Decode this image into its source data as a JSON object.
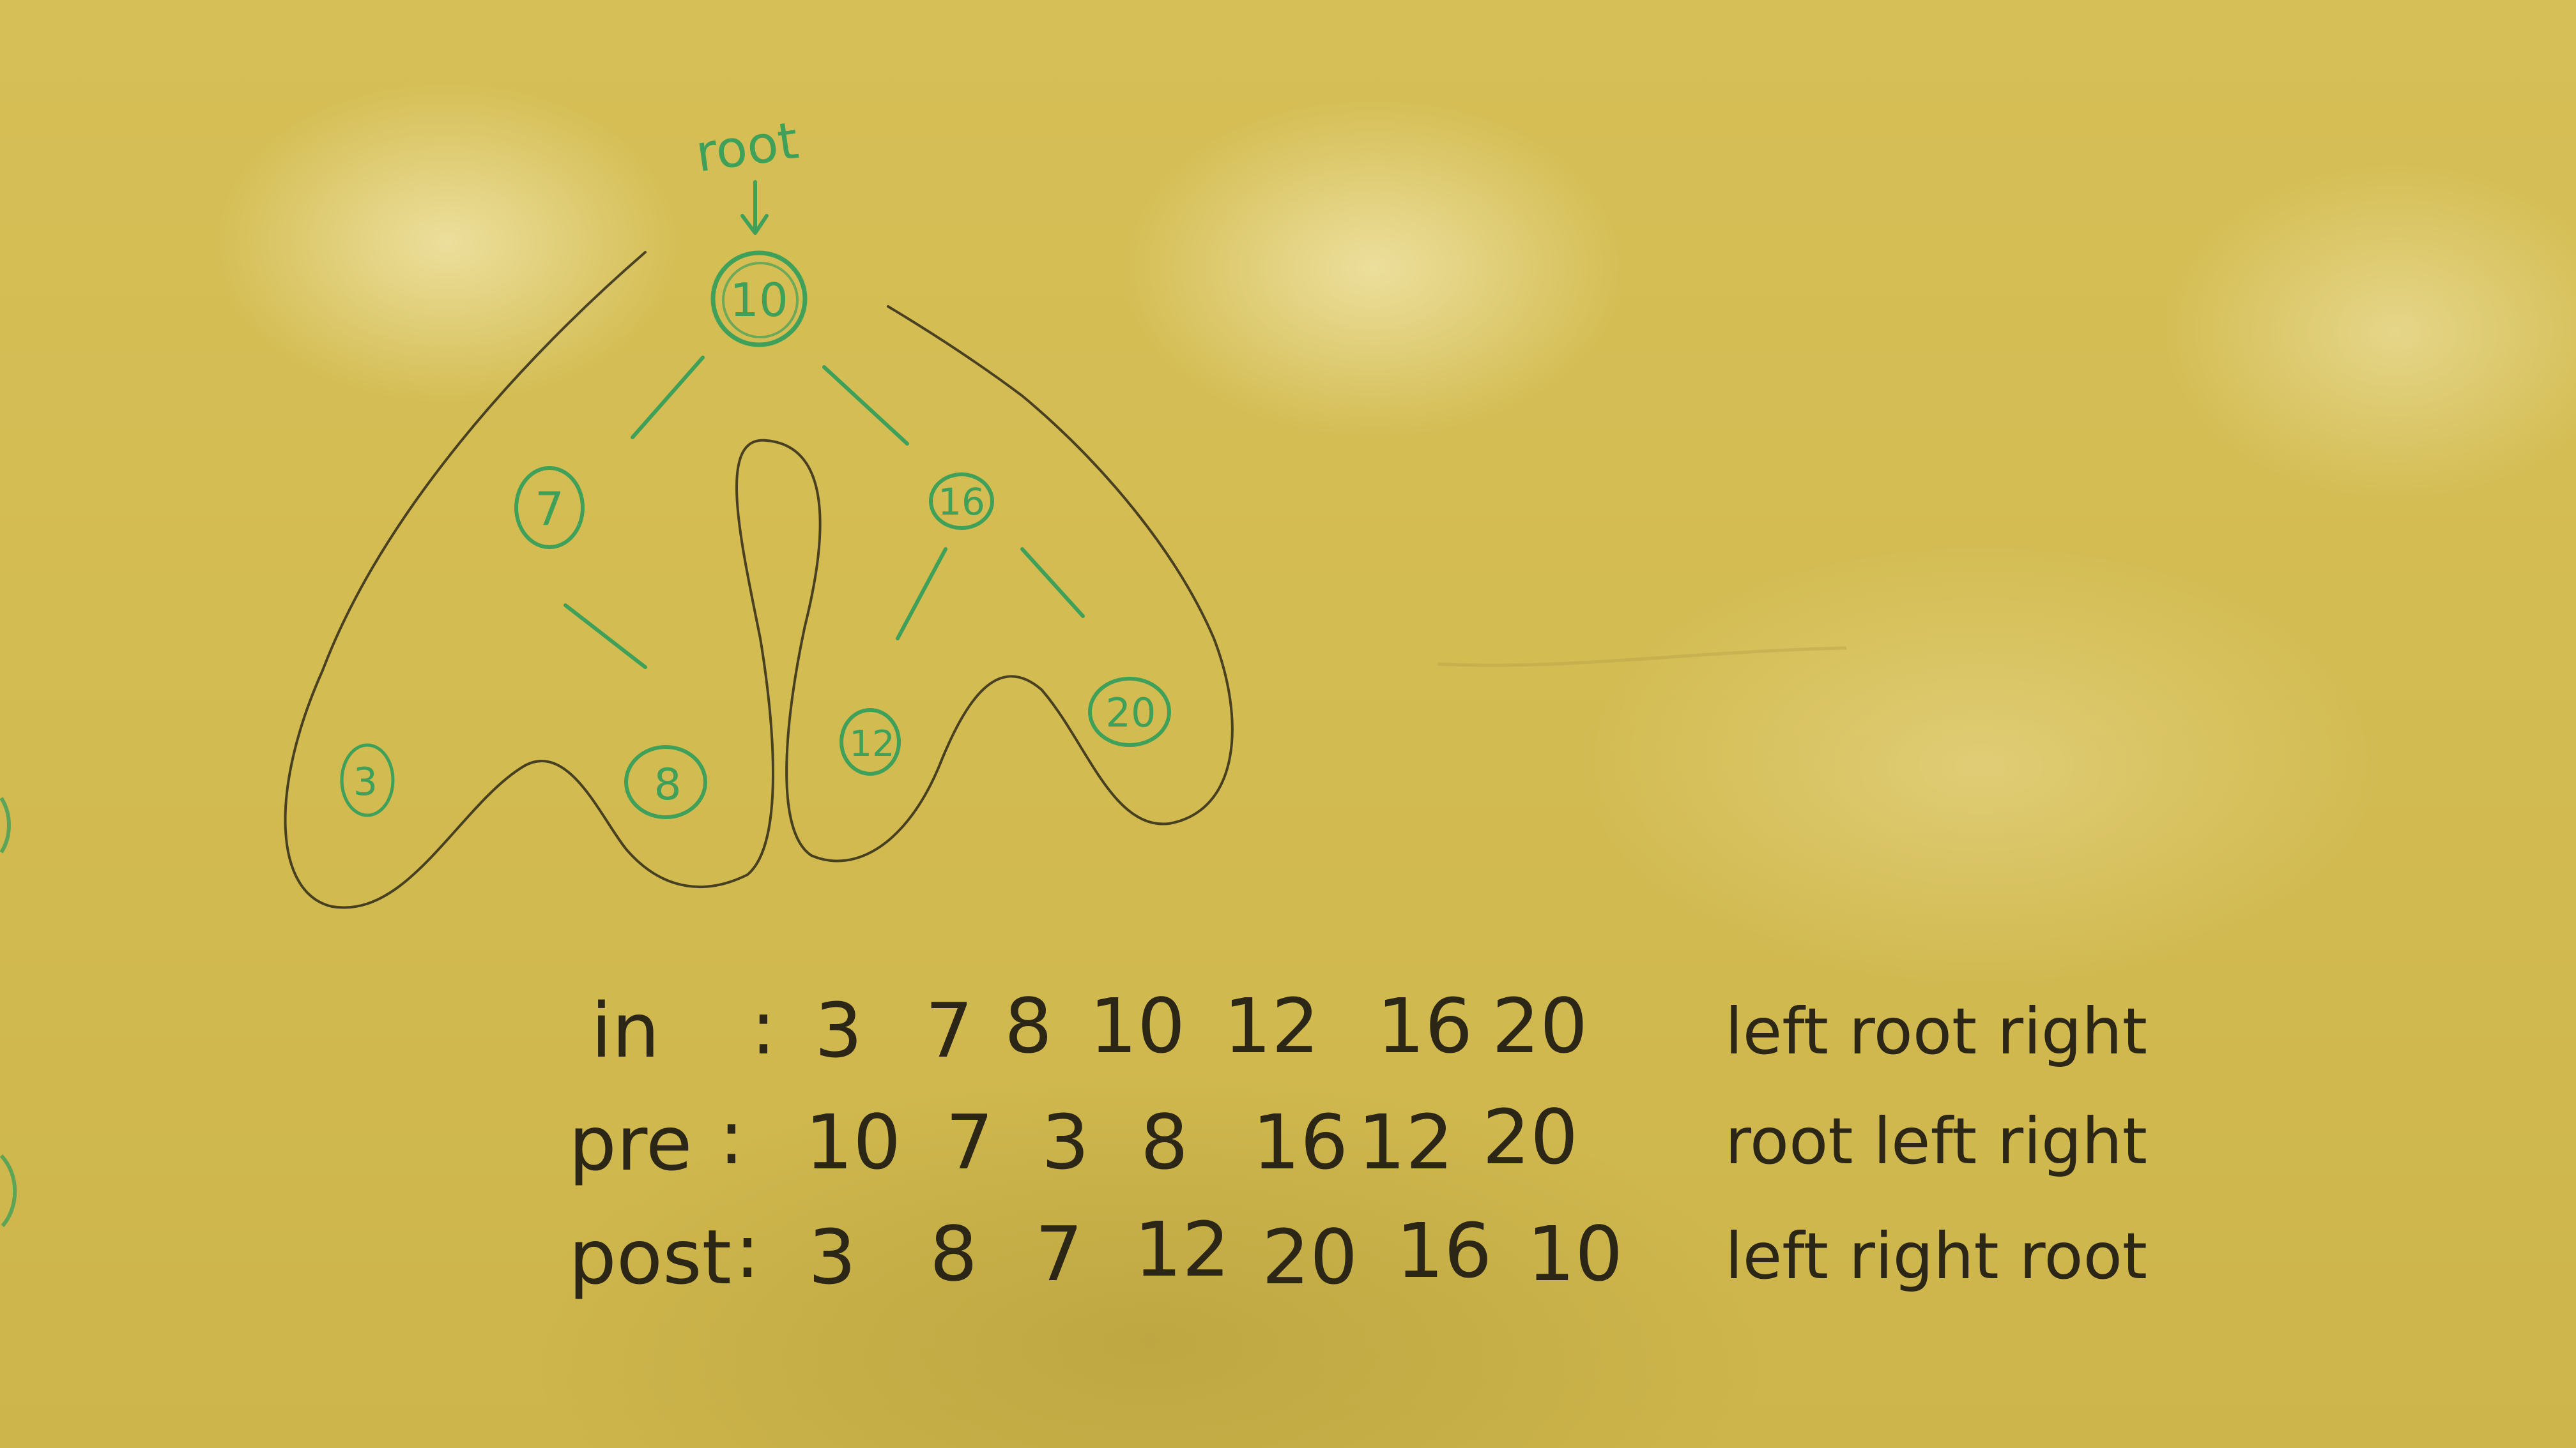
{
  "colors": {
    "board": "#d8c25a",
    "green_marker": "#3fa05a",
    "black_marker": "#2b2616"
  },
  "tree": {
    "root_label": "root",
    "nodes": {
      "n10": "10",
      "n7": "7",
      "n16": "16",
      "n3": "3",
      "n8": "8",
      "n12": "12",
      "n20": "20"
    }
  },
  "traversals": [
    {
      "name": "in",
      "sep": ":",
      "values": [
        "3",
        "7",
        "8",
        "10",
        "12",
        "16",
        "20"
      ],
      "order": "left root right"
    },
    {
      "name": "pre",
      "sep": ":",
      "values": [
        "10",
        "7",
        "3",
        "8",
        "16",
        "12",
        "20"
      ],
      "order": "root left right"
    },
    {
      "name": "post",
      "sep": ":",
      "values": [
        "3",
        "8",
        "7",
        "12",
        "20",
        "16",
        "10"
      ],
      "order": "left right root"
    }
  ]
}
